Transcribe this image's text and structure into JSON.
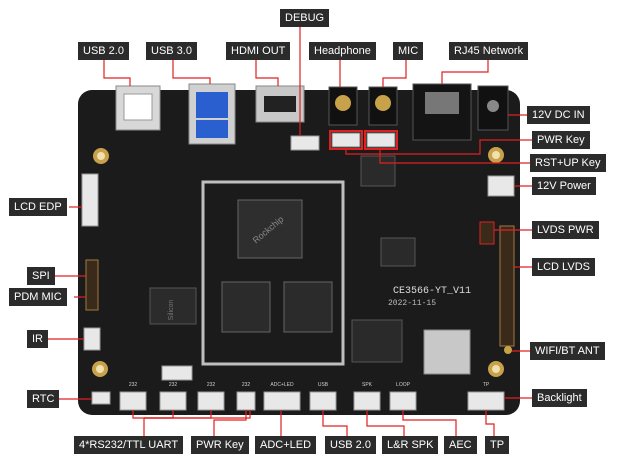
{
  "board": {
    "model": "CE3566-YT_V11",
    "date": "2022-11-15",
    "silkscreen": {
      "port_codes": [
        "232",
        "232",
        "232",
        "232",
        "ADC+LED",
        "USB",
        "SPK",
        "LOOP",
        "TP"
      ],
      "ic_brand": "Rockchip",
      "ram_brand": "Silicon"
    }
  },
  "callouts": {
    "debug": "DEBUG",
    "usb20_top": "USB 2.0",
    "usb30": "USB 3.0",
    "hdmi_out": "HDMI OUT",
    "headphone": "Headphone",
    "mic": "MIC",
    "rj45": "RJ45 Network",
    "dc_in": "12V DC IN",
    "pwr_key_right": "PWR Key",
    "rst_up_key": "RST+UP Key",
    "power_12v": "12V Power",
    "lcd_edp": "LCD EDP",
    "lvds_pwr": "LVDS PWR",
    "lcd_lvds": "LCD LVDS",
    "spi": "SPI",
    "pdm_mic": "PDM MIC",
    "ir": "IR",
    "wifi_bt_ant": "WIFI/BT ANT",
    "rtc": "RTC",
    "backlight": "Backlight",
    "uart": "4*RS232/TTL UART",
    "pwr_key_bottom": "PWR Key",
    "adc_led": "ADC+LED",
    "usb20_bottom": "USB 2.0",
    "lr_spk": "L&R SPK",
    "aec": "AEC",
    "tp": "TP"
  },
  "colors": {
    "pcb": "#1b1b1b",
    "label_bg": "#2b2b2b",
    "leader": "#e02020",
    "connector": "#e8e8e8",
    "metal": "#c9c9c9",
    "header": "#3a2a1a"
  }
}
